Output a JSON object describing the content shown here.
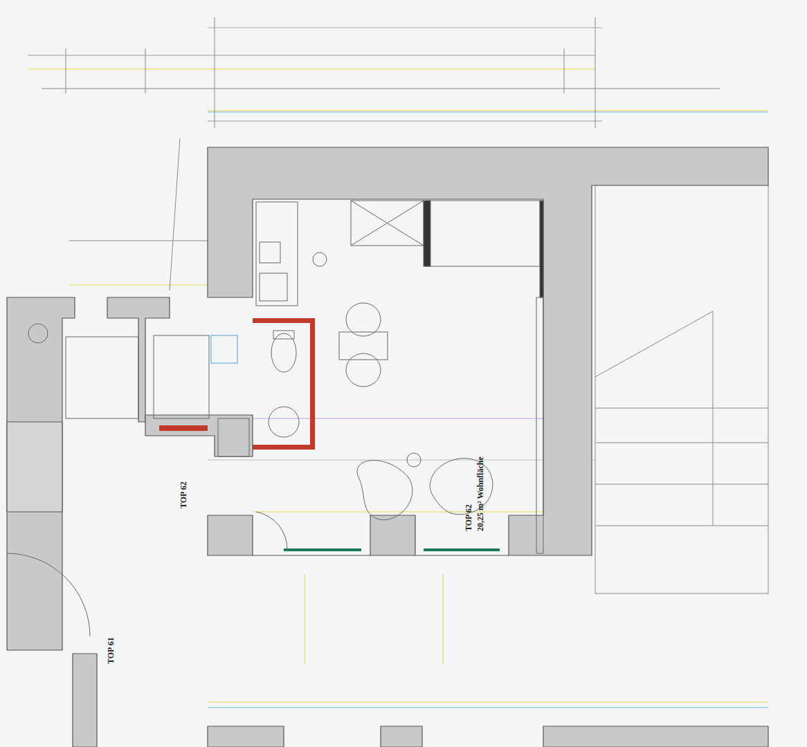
{
  "diagram": {
    "nodes": [
      {
        "text": [
          "TOP 62",
          "20,25 m² Wohnfläche"
        ]
      }
    ],
    "labels": [
      "TOP 62",
      "TOP 61"
    ]
  }
}
